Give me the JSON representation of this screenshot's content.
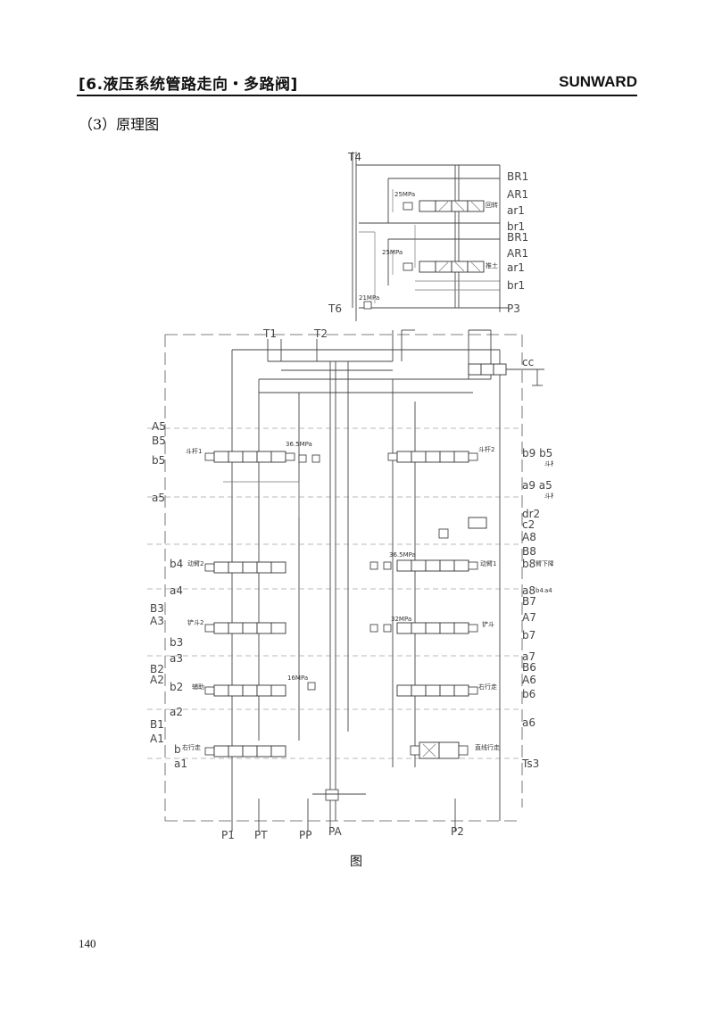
{
  "header": {
    "title": "[6.液压系统管路走向・多路阀]",
    "brand": "SUNWARD"
  },
  "section_heading": "（3）原理图",
  "caption": "图",
  "page_number": "140",
  "diagram": {
    "ports_top": {
      "t4": "T4",
      "t6": "T6",
      "p3": "P3",
      "t1": "T1",
      "t2": "T2",
      "cc": "cc"
    },
    "ports_upper_right": {
      "br1_a": "BR1",
      "ar1_a": "AR1",
      "ar1_b": "ar1",
      "br1_b": "br1",
      "br1_c": "BR1",
      "ar1_c": "AR1",
      "ar1_d": "ar1",
      "br1_d": "br1"
    },
    "ports_right": {
      "b9b5": "b9 b5",
      "a9a5": "a9 a5",
      "dr2": "dr2",
      "c2": "c2",
      "a8": "A8",
      "b8": "B8",
      "b8s": "b8",
      "a8s": "a8",
      "b7": "B7",
      "a7": "A7",
      "b7s": "b7",
      "a7s": "a7",
      "b6": "B6",
      "a6": "A6",
      "b6s": "b6",
      "a6s": "a6",
      "ts3": "Ts3"
    },
    "ports_left": {
      "a5": "A5",
      "b5": "B5",
      "b5s": "b5",
      "a5s": "a5",
      "b4": "b4",
      "a4": "a4",
      "b3": "B3",
      "a3": "A3",
      "b3s": "b3",
      "a3s": "a3",
      "b2": "B2",
      "a2": "A2",
      "b2s": "b2",
      "a2s": "a2",
      "b1": "B1",
      "a1": "A1",
      "b1s": "b",
      "a1s": "a1"
    },
    "ports_bottom": {
      "p1": "P1",
      "pt": "PT",
      "pp": "PP",
      "pa": "PA",
      "p2": "P2"
    },
    "labels": {
      "slew": "回转",
      "push": "推土",
      "boom_down": "臂下降",
      "stick_a": "斗杆",
      "stick_b": "斗杆",
      "stick1": "斗杆1",
      "stick2": "斗杆2",
      "boom2": "动臂2",
      "boom1": "动臂1",
      "bucket2": "铲斗2",
      "bucket": "铲斗",
      "aux": "辅助",
      "right_travel": "右行走",
      "right_travel2": "右行走",
      "straight_travel": "直线行走",
      "p25a": "25MPa",
      "p25b": "25MPa",
      "p21": "21MPa",
      "p365a": "36.5MPa",
      "p365b": "36.5MPa",
      "p32": "32MPa",
      "p16": "16MPa",
      "label_b4_side": "b4",
      "label_a4_side": "a4"
    }
  }
}
